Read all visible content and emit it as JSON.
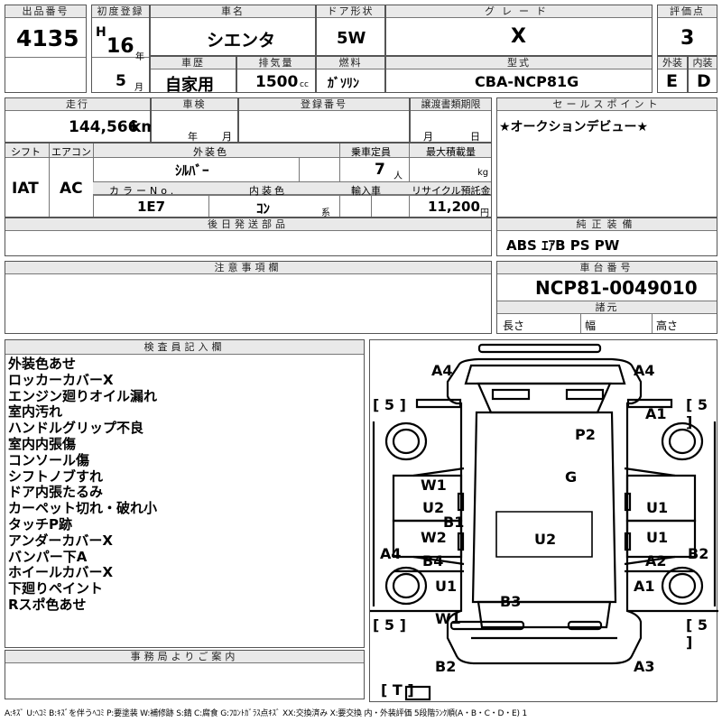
{
  "header": {
    "lot_label": "出品番号",
    "lot_value": "4135",
    "first_reg_label": "初度登録",
    "era": "H",
    "year": "16",
    "year_unit": "年",
    "month": "5",
    "month_unit": "月",
    "model_name_label": "車名",
    "model_name": "シエンタ",
    "door_label": "ドア形状",
    "door_value": "5W",
    "grade_label": "グレード",
    "grade_value": "X",
    "score_label": "評価点",
    "score_value": "3",
    "history_label": "車歴",
    "history_value": "自家用",
    "displacement_label": "排気量",
    "displacement_value": "1500",
    "displacement_unit": "cc",
    "fuel_label": "燃料",
    "fuel_value": "ｶﾞｿﾘﾝ",
    "model_code_label": "型式",
    "model_code_value": "CBA-NCP81G",
    "exterior_label": "外装",
    "exterior_value": "E",
    "interior_label": "内装",
    "interior_value": "D"
  },
  "row2": {
    "mileage_label": "走行",
    "mileage_value": "144,566",
    "mileage_unit": "km",
    "inspection_label": "車検",
    "inspection_year_unit": "年",
    "inspection_month_unit": "月",
    "reg_number_label": "登録番号",
    "transfer_label": "譲渡書類期限",
    "transfer_month_unit": "月",
    "transfer_day_unit": "日",
    "sales_point_label": "セールスポイント",
    "sales_point_value": "★オークションデビュー★"
  },
  "row3": {
    "shift_label": "シフト",
    "shift_value": "IAT",
    "ac_label": "エアコン",
    "ac_value": "AC",
    "color_label": "外装色",
    "color_value": "ｼﾙﾊﾞｰ",
    "capacity_label": "乗車定員",
    "capacity_value": "7",
    "capacity_unit": "人",
    "max_load_label": "最大積載量",
    "max_load_unit": "kg",
    "color_no_label": "カラーNo.",
    "color_no_value": "1E7",
    "interior_color_label": "内装色",
    "interior_color_value": "ｺﾝ",
    "interior_color_unit": "系",
    "import_label": "輸入車",
    "recycle_label": "リサイクル預託金",
    "recycle_value": "11,200",
    "recycle_unit": "円"
  },
  "parts": {
    "later_parts_label": "後日発送部品"
  },
  "equipment": {
    "label": "純正装備",
    "value": "ABS ｴｱB PS PW"
  },
  "caution": {
    "label": "注意事項欄"
  },
  "chassis": {
    "label": "車台番号",
    "value": "NCP81-0049010",
    "dims_label": "諸元",
    "length_label": "長さ",
    "width_label": "幅",
    "height_label": "高さ"
  },
  "inspector": {
    "label": "検査員記入欄",
    "lines": [
      "外装色あせ",
      "ロッカーカバーX",
      "エンジン廻りオイル漏れ",
      "室内汚れ",
      "ハンドルグリップ不良",
      "室内内張傷",
      "コンソール傷",
      "シフトノブすれ",
      "ドア内張たるみ",
      "カーペット切れ・破れ小",
      "タッチP跡",
      "アンダーカバーX",
      "バンパー下A",
      "ホイールカバーX",
      "下廻りペイント",
      "Rスポ色あせ"
    ]
  },
  "office": {
    "label": "事務局よりご案内"
  },
  "diagram": {
    "marks": [
      "A4",
      "A4",
      "A1",
      "P2",
      "G",
      "W1",
      "U2",
      "B1",
      "U1",
      "W2",
      "U2",
      "U1",
      "A4",
      "B4",
      "A2",
      "B2",
      "U1",
      "A1",
      "B3",
      "W1",
      "B2",
      "A3"
    ],
    "tread": [
      "5",
      "5",
      "5",
      "5",
      "T"
    ]
  },
  "legend": "A:ｷｽﾞ U:ﾍｺﾐ B:ｷｽﾞを伴うﾍｺﾐ P:要塗装 W:補修跡 S:錆 C:腐食 G:ﾌﾛﾝﾄｶﾞﾗｽ点ｷｽﾞ XX:交換済み X:要交換 内・外装評価 5段階ﾗﾝｸ順(A・B・C・D・E) 1"
}
